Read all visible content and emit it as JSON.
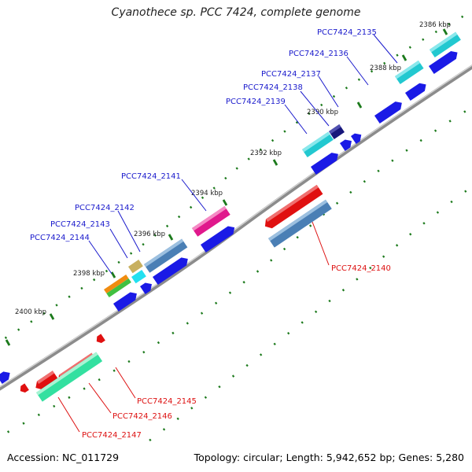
{
  "title": "Cyanothece sp. PCC 7424, complete genome",
  "accession": "Accession: NC_011729",
  "summary": "Topology: circular; Length: 5,942,652 bp; Genes: 5,280",
  "kbp_labels": [
    "2386 kbp",
    "2388 kbp",
    "2390 kbp",
    "2392 kbp",
    "2394 kbp",
    "2396 kbp",
    "2398 kbp",
    "2400 kbp"
  ],
  "genes_forward": [
    "PCC7424_2135",
    "PCC7424_2136",
    "PCC7424_2137",
    "PCC7424_2138",
    "PCC7424_2139",
    "PCC7424_2141",
    "PCC7424_2142",
    "PCC7424_2143",
    "PCC7424_2144"
  ],
  "genes_reverse": [
    "PCC7424_2140",
    "PCC7424_2145",
    "PCC7424_2146",
    "PCC7424_2147"
  ],
  "colors": {
    "forward_label": "#1a1acc",
    "reverse_label": "#dd1111",
    "backbone": "#888888",
    "tick": "#1c7a1c",
    "cds_blue": "#1a1ae6",
    "cyan": "#22c8d0",
    "navy": "#16167a",
    "magenta": "#e0188c",
    "steelblue": "#4a7fb5",
    "red": "#e01010",
    "green": "#33e0a0",
    "orange": "#f08c10",
    "khaki": "#c8b060"
  }
}
